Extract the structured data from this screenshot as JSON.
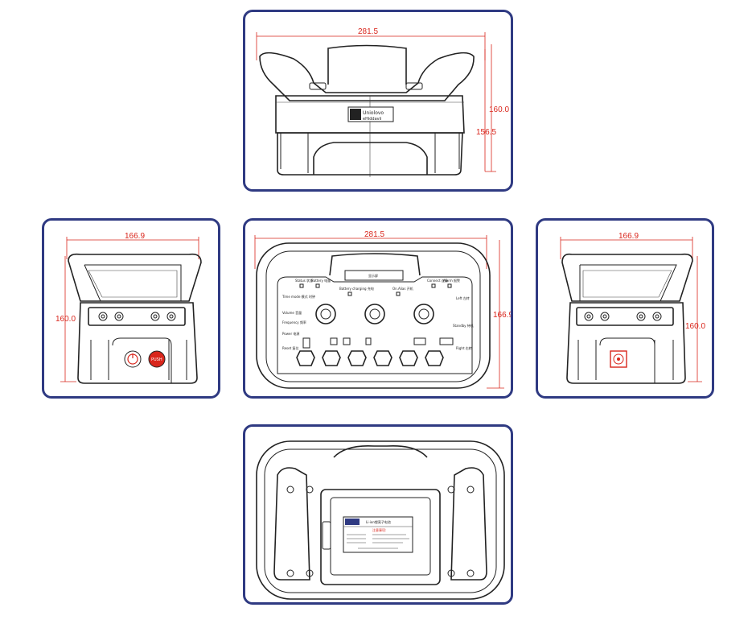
{
  "diagram": {
    "top_view": {
      "width_dim": "281.5",
      "height_dim_outer": "160.0",
      "height_dim_inner": "156.5",
      "logo_text": "Uniolovo",
      "logo_subtext": "eHiddavii"
    },
    "left_view": {
      "width_dim": "166.9",
      "height_dim": "160.0",
      "stop_button_label": "PUSH"
    },
    "front_view": {
      "width_dim": "281.5",
      "height_dim": "166.9",
      "display_label": "显示屏",
      "top_labels": [
        "Status 状态",
        "Battery 电量",
        "Battery charging 充电",
        "On.Alias 开机",
        "Connect 连接",
        "Alarm 报警"
      ],
      "left_labels": [
        "Time mode 模式 时钟",
        "Volume 音量",
        "Frequency 频率",
        "Power 电源",
        "Reset 复位"
      ],
      "right_labels": [
        "Left 左转",
        "Standby 待机",
        "Right 右转"
      ]
    },
    "right_view": {
      "width_dim": "166.9",
      "height_dim": "160.0"
    },
    "back_view": {
      "plate_title": "Li-ion锂离子电池",
      "plate_heading": "注意事项:"
    }
  },
  "colors": {
    "frame": "#2f3a82",
    "dimension": "#d9261c",
    "line": "#222222"
  }
}
